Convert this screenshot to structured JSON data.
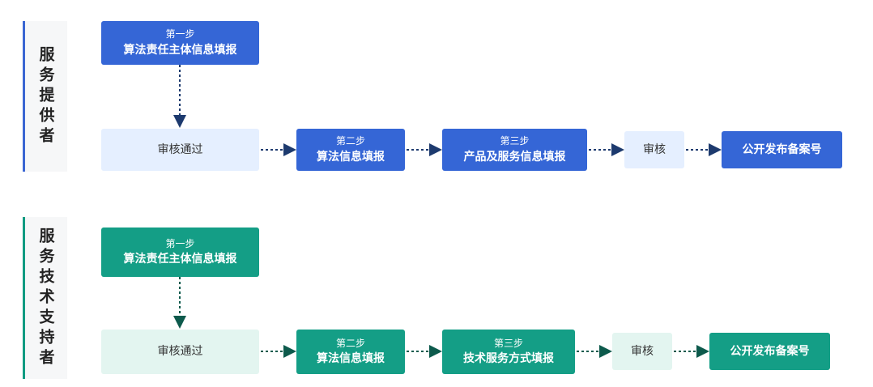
{
  "provider": {
    "lane_label": "服务提供者",
    "step1": {
      "sub": "第一步",
      "main": "算法责任主体信息填报"
    },
    "audit_pass": "审核通过",
    "step2": {
      "sub": "第二步",
      "main": "算法信息填报"
    },
    "step3": {
      "sub": "第三步",
      "main": "产品及服务信息填报"
    },
    "audit": "审核",
    "publish": "公开发布备案号"
  },
  "tech_support": {
    "lane_label": "服务技术支持者",
    "step1": {
      "sub": "第一步",
      "main": "算法责任主体信息填报"
    },
    "audit_pass": "审核通过",
    "step2": {
      "sub": "第二步",
      "main": "算法信息填报"
    },
    "step3": {
      "sub": "第三步",
      "main": "技术服务方式填报"
    },
    "audit": "审核",
    "publish": "公开发布备案号"
  },
  "colors": {
    "provider_accent": "#3566d6",
    "provider_light": "#e5efff",
    "tech_accent": "#149e86",
    "tech_light": "#e3f5f0"
  }
}
